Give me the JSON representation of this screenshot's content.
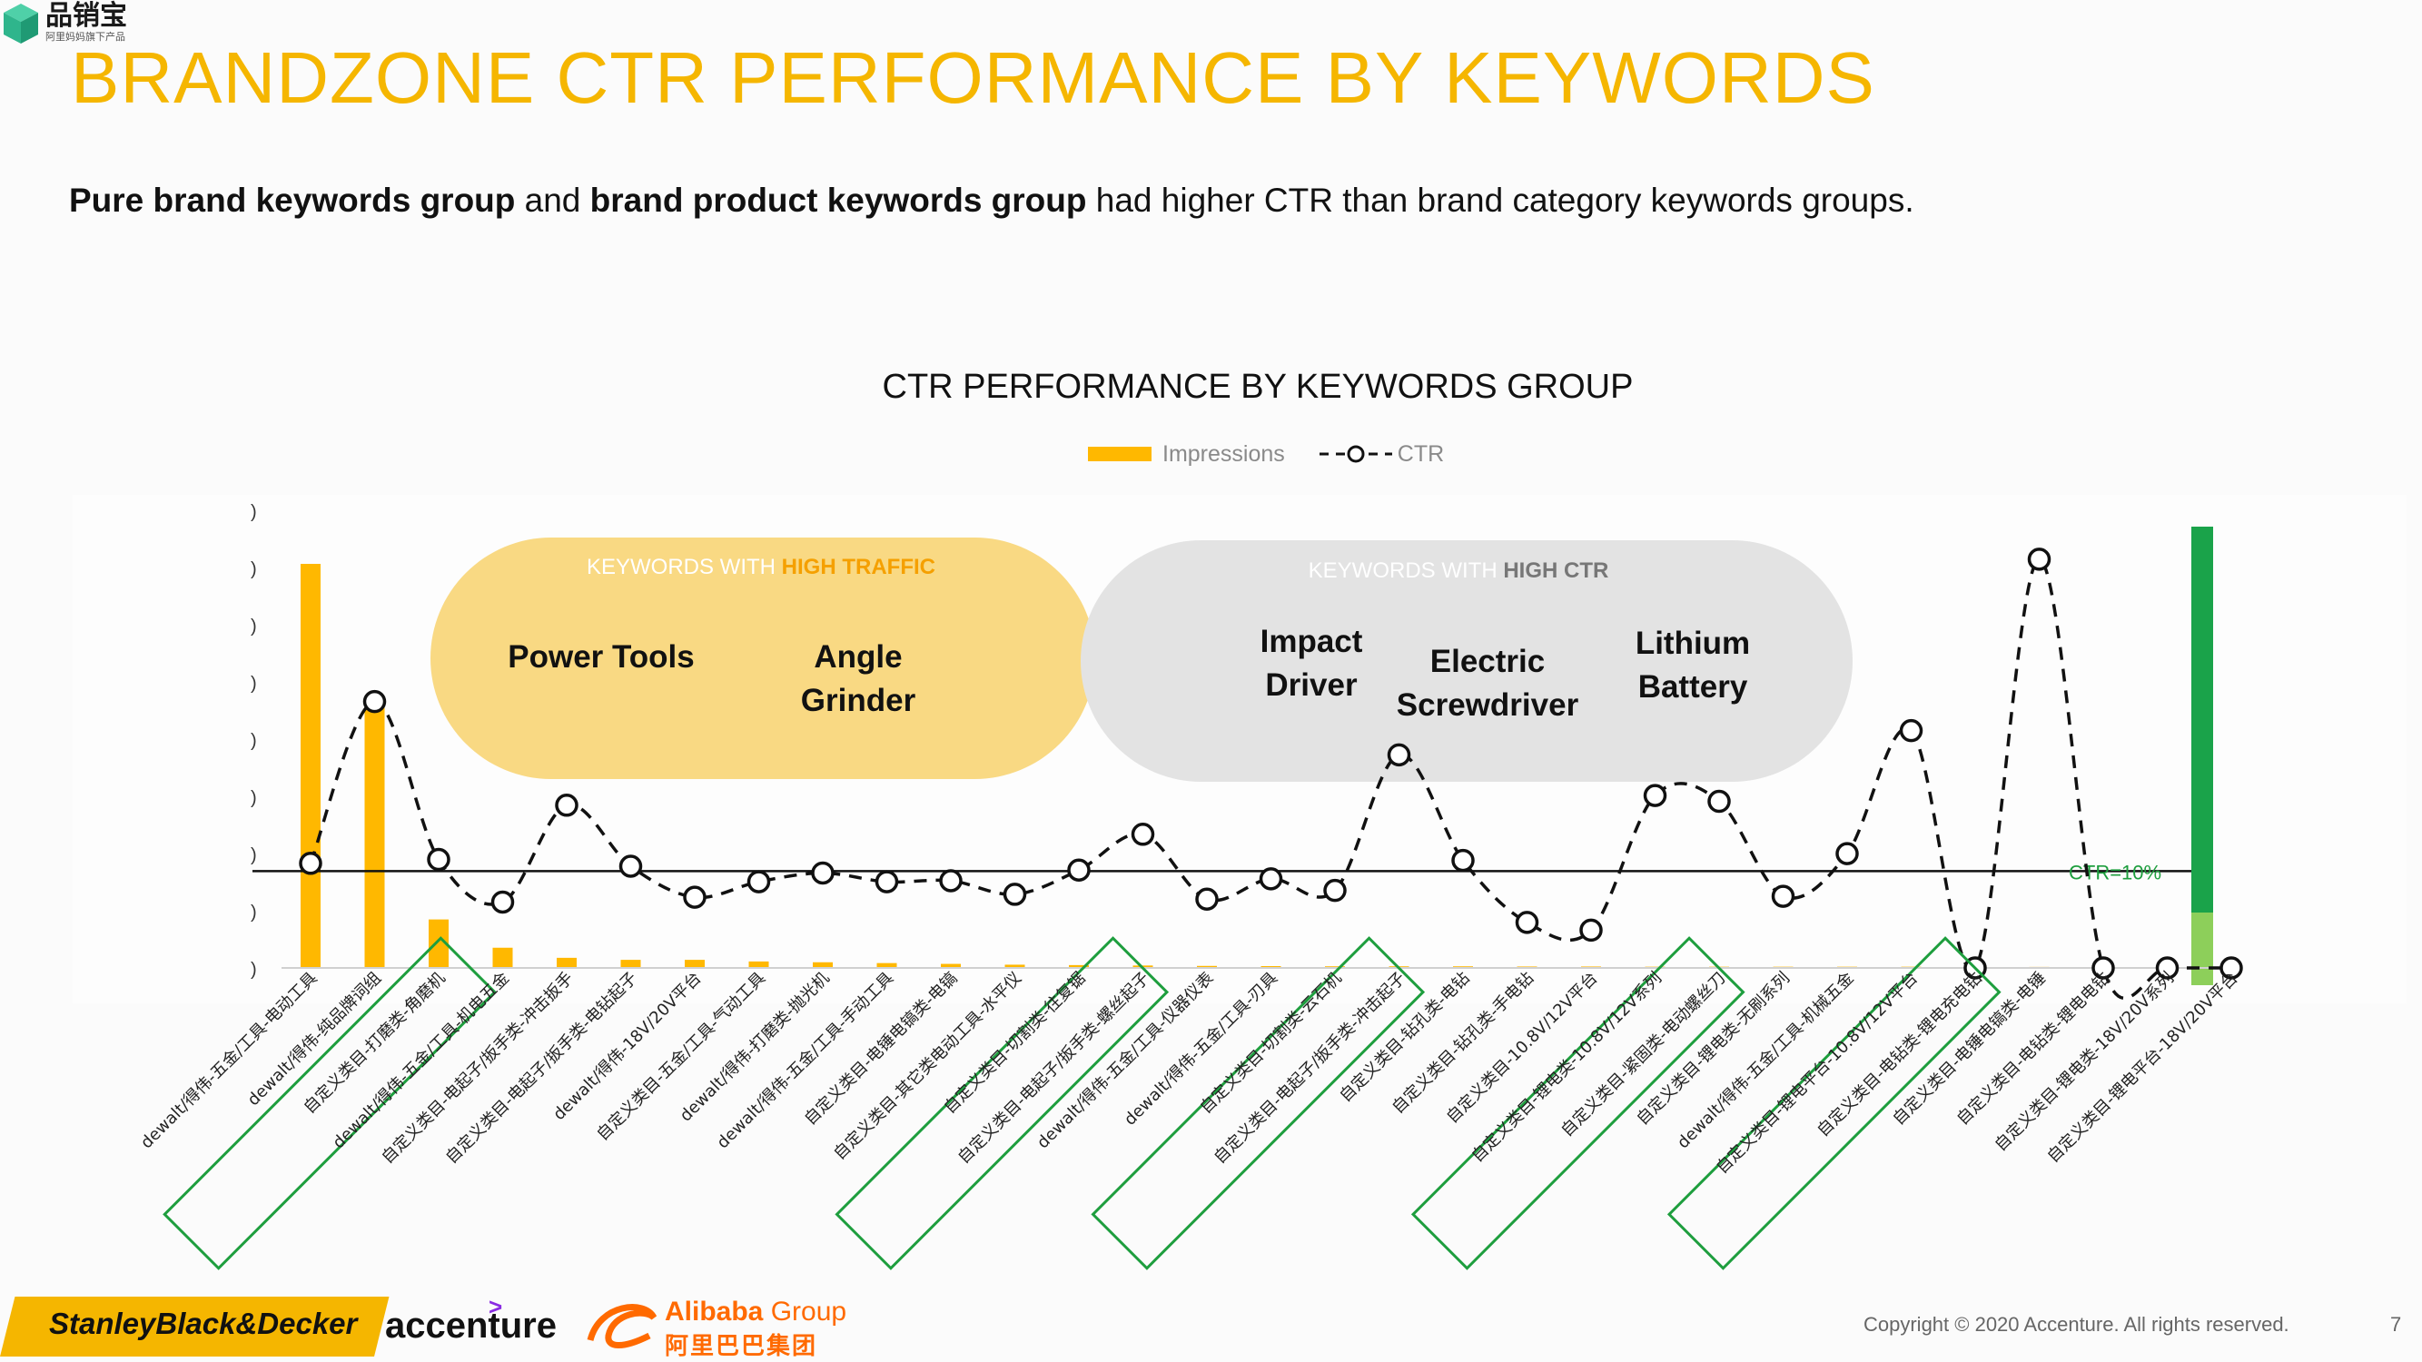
{
  "header": {
    "logo_title": "品销宝",
    "logo_sub": "阿里妈妈旗下产品",
    "title": "BRANDZONE CTR PERFORMANCE BY KEYWORDS",
    "subtitle_parts": [
      "Pure brand keywords group",
      " and ",
      "brand product keywords group",
      " had higher CTR than brand category keywords groups."
    ]
  },
  "chart_data": {
    "type": "bar",
    "title": "CTR PERFORMANCE BY KEYWORDS GROUP",
    "legend": [
      "Impressions",
      "CTR"
    ],
    "legend_position": "top-center",
    "categories": [
      "dewalt/得伟-五金/工具-电动工具",
      "dewalt/得伟-纯品牌词组",
      "自定义类目-打磨类-角磨机",
      "dewalt/得伟-五金/工具-机电五金",
      "自定义类目-电起子/扳手类-冲击扳手",
      "自定义类目-电起子/扳手类-电钻起子",
      "dewalt/得伟-18V/20V平台",
      "自定义类目-五金/工具-气动工具",
      "dewalt/得伟-打磨类-抛光机",
      "dewalt/得伟-五金/工具-手动工具",
      "自定义类目-电锤电镐类-电镐",
      "自定义类目-其它类电动工具-水平仪",
      "自定义类目-切割类-往复锯",
      "自定义类目-电起子/扳手类-螺丝起子",
      "dewalt/得伟-五金/工具-仪器仪表",
      "dewalt/得伟-五金/工具-刃具",
      "自定义类目-切割类-云石机",
      "自定义类目-电起子/扳手类-冲击起子",
      "自定义类目-钻孔类-电钻",
      "自定义类目-钻孔类-手电钻",
      "自定义类目-10.8V/12V平台",
      "自定义类目-锂电类-10.8V/12V系列",
      "自定义类目-紧固类-电动螺丝刀",
      "自定义类目-锂电类-无刷系列",
      "dewalt/得伟-五金/工具-机械五金",
      "自定义类目-锂电平台-10.8V/12V平台",
      "自定义类目-电钻类-锂电充电钻",
      "自定义类目-电锤电镐类-电锤",
      "自定义类目-电钻类-锂电电钻",
      "自定义类目-锂电类-18V/20V系列",
      "自定义类目-锂电平台-18V/20V平台"
    ],
    "series": [
      {
        "name": "Impressions",
        "values": [
          100,
          66,
          12,
          5,
          2.5,
          2,
          2,
          1.6,
          1.4,
          1.2,
          1,
          0.8,
          0.7,
          0.6,
          0.5,
          0.45,
          0.4,
          0.4,
          0.4,
          0.35,
          0.35,
          0.3,
          0.3,
          0.3,
          0.3,
          0.3,
          0.3,
          0.25,
          0.25,
          0.2,
          0.2
        ]
      },
      {
        "name": "CTR",
        "values": [
          10.8,
          27.5,
          11.2,
          6.8,
          16.8,
          10.5,
          7.3,
          8.9,
          9.8,
          8.9,
          9,
          7.6,
          10.1,
          13.8,
          7.1,
          9.2,
          8,
          22,
          11.1,
          4.7,
          3.9,
          17.8,
          17.2,
          7.4,
          11.8,
          24.5,
          0,
          42.2,
          0,
          0,
          0
        ]
      }
    ],
    "reference_line": {
      "label": "CTR=10%",
      "value": 10
    },
    "highlighted_categories": [
      1,
      3,
      12,
      13,
      16,
      17,
      21,
      22,
      25,
      26
    ]
  },
  "annotations": {
    "traffic_group": {
      "heading_prefix": "KEYWORDS WITH ",
      "heading_emphasis": "HIGH TRAFFIC",
      "items": [
        "Power Tools",
        "Angle Grinder"
      ]
    },
    "ctr_group": {
      "heading_prefix": "KEYWORDS WITH ",
      "heading_emphasis": "HIGH CTR",
      "items": [
        "Impact Driver",
        "Electric Screwdriver",
        "Lithium Battery"
      ]
    }
  },
  "footer": {
    "brand_1": "StanleyBlack&Decker",
    "brand_2": "accenture",
    "brand_3_en": "Alibaba",
    "brand_3_en_suffix": "Group",
    "brand_3_cn": "阿里巴巴集团",
    "copyright": "Copyright © 2020 Accenture. All rights reserved.",
    "page_number": "7"
  },
  "colors": {
    "accent": "#f5b600",
    "bar": "#ffb800",
    "traffic_pill": "#f9d983",
    "ctr_pill": "#e3e3e3",
    "highlight_box": "#1e9e3e",
    "right_bar_dark": "#1aa34a",
    "right_bar_light": "#8dcf5a"
  }
}
